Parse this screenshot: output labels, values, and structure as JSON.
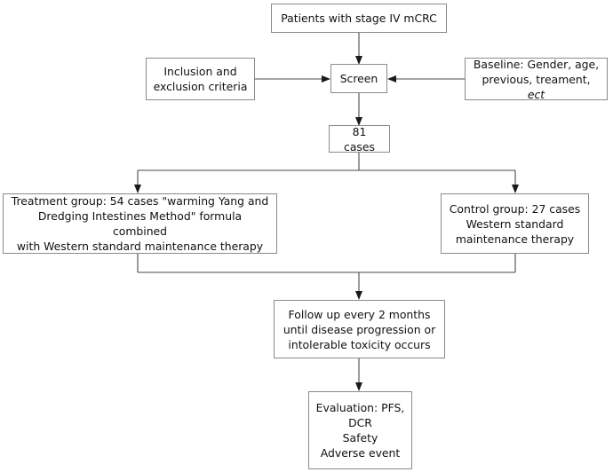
{
  "diagram": {
    "title": "Study flow diagram: stage IV mCRC trial",
    "background_color": "#ffffff",
    "border_color": "#8a8a8a",
    "connector_color": "#4a4a4a",
    "text_color": "#111111"
  },
  "nodes": {
    "patients": {
      "name": "patients-box",
      "lines": [
        "Patients with stage IV mCRC"
      ]
    },
    "inclusion": {
      "name": "inclusion-exclusion-box",
      "lines": [
        "Inclusion and",
        "exclusion criteria"
      ]
    },
    "baseline": {
      "name": "baseline-box",
      "lines": [
        "Baseline: Gender, age,",
        "previous, treament, "
      ],
      "italic_tail": "ect"
    },
    "screen": {
      "name": "screen-box",
      "lines": [
        "Screen"
      ]
    },
    "cases": {
      "name": "cases-box",
      "lines": [
        "81 cases"
      ]
    },
    "treatment": {
      "name": "treatment-group-box",
      "lines": [
        "Treatment group: 54 cases \"warming Yang and",
        "Dredging Intestines Method\" formula combined",
        "with Western standard maintenance therapy"
      ]
    },
    "control": {
      "name": "control-group-box",
      "lines": [
        "Control group: 27 cases",
        "Western standard",
        "maintenance therapy"
      ]
    },
    "followup": {
      "name": "follow-up-box",
      "lines": [
        "Follow up every 2 months",
        "until disease progression or",
        "intolerable toxicity occurs"
      ]
    },
    "evaluation": {
      "name": "evaluation-box",
      "lines": [
        "Evaluation: PFS,",
        "DCR",
        "Safety",
        "Adverse event"
      ]
    }
  },
  "connectors": [
    {
      "from": "patients",
      "to": "screen",
      "style": "vertical-arrow"
    },
    {
      "from": "inclusion",
      "to": "screen",
      "style": "horizontal-arrow-right"
    },
    {
      "from": "baseline",
      "to": "screen",
      "style": "horizontal-arrow-left"
    },
    {
      "from": "screen",
      "to": "cases",
      "style": "vertical-arrow"
    },
    {
      "from": "cases",
      "to": "treatment",
      "style": "split-left"
    },
    {
      "from": "cases",
      "to": "control",
      "style": "split-right"
    },
    {
      "from": "treatment",
      "to": "followup",
      "style": "merge-left"
    },
    {
      "from": "control",
      "to": "followup",
      "style": "merge-right"
    },
    {
      "from": "followup",
      "to": "evaluation",
      "style": "vertical-arrow"
    }
  ]
}
